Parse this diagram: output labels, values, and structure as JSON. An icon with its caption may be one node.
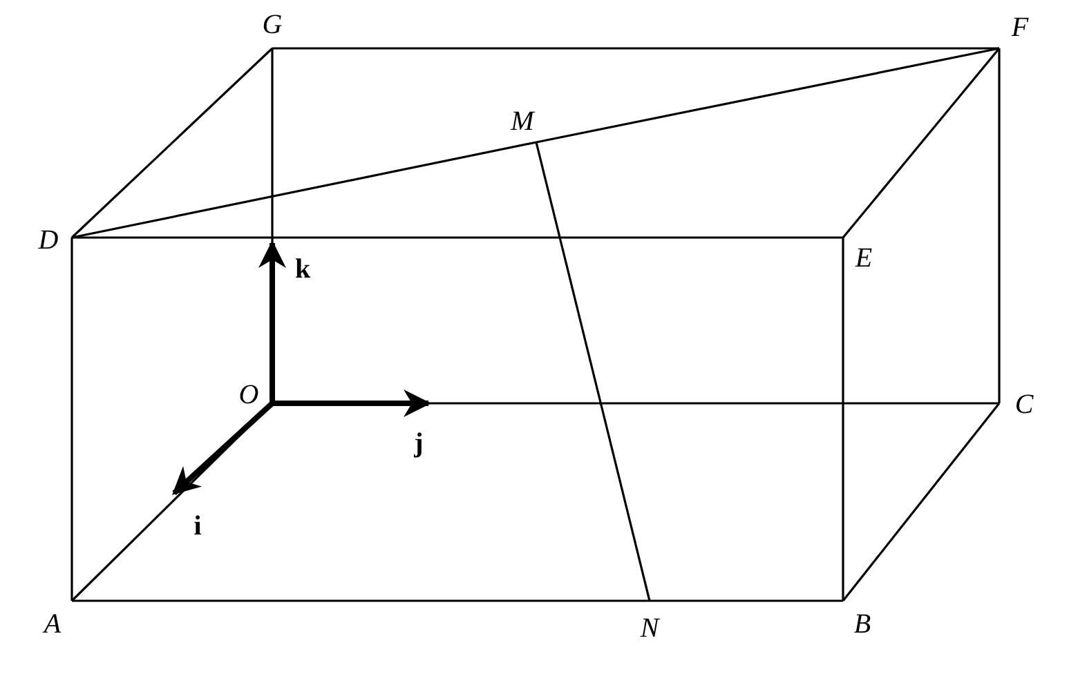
{
  "diagram": {
    "nodes": [
      {
        "text": [
          "G"
        ]
      },
      {
        "text": [
          "F"
        ]
      },
      {
        "text": [
          "M"
        ]
      },
      {
        "text": [
          "D"
        ]
      },
      {
        "text": [
          "k"
        ]
      },
      {
        "text": [
          "E"
        ]
      },
      {
        "text": [
          "O"
        ]
      },
      {
        "text": [
          "C"
        ]
      },
      {
        "text": [
          "j"
        ]
      },
      {
        "text": [
          "i"
        ]
      },
      {
        "text": [
          "A"
        ]
      },
      {
        "text": [
          "N"
        ]
      },
      {
        "text": [
          "B"
        ]
      }
    ],
    "edges": [
      {
        "from": 0,
        "to": 1,
        "arrow": "none"
      },
      {
        "from": 3,
        "to": 0,
        "arrow": "none"
      },
      {
        "from": 5,
        "to": 1,
        "arrow": "none"
      },
      {
        "from": 3,
        "to": 5,
        "arrow": "none"
      },
      {
        "from": 3,
        "to": 2,
        "arrow": "none"
      },
      {
        "from": 2,
        "to": 1,
        "arrow": "none"
      },
      {
        "from": 10,
        "to": 3,
        "arrow": "none"
      },
      {
        "from": 12,
        "to": 5,
        "arrow": "none"
      },
      {
        "from": 1,
        "to": 7,
        "arrow": "none"
      },
      {
        "from": 12,
        "to": 7,
        "arrow": "none"
      },
      {
        "from": 10,
        "to": 11,
        "arrow": "none"
      },
      {
        "from": 11,
        "to": 12,
        "arrow": "none"
      },
      {
        "from": 2,
        "to": 11,
        "arrow": "none"
      },
      {
        "from": 6,
        "to": 0,
        "arrow": "none"
      },
      {
        "from": 6,
        "to": 7,
        "arrow": "none"
      },
      {
        "from": 6,
        "to": 10,
        "arrow": "none"
      },
      {
        "from": 6,
        "to": 4,
        "arrow": "to",
        "style": "thick"
      },
      {
        "from": 6,
        "to": 8,
        "arrow": "to",
        "style": "thick"
      },
      {
        "from": 6,
        "to": 9,
        "arrow": "to",
        "style": "thick"
      }
    ]
  }
}
